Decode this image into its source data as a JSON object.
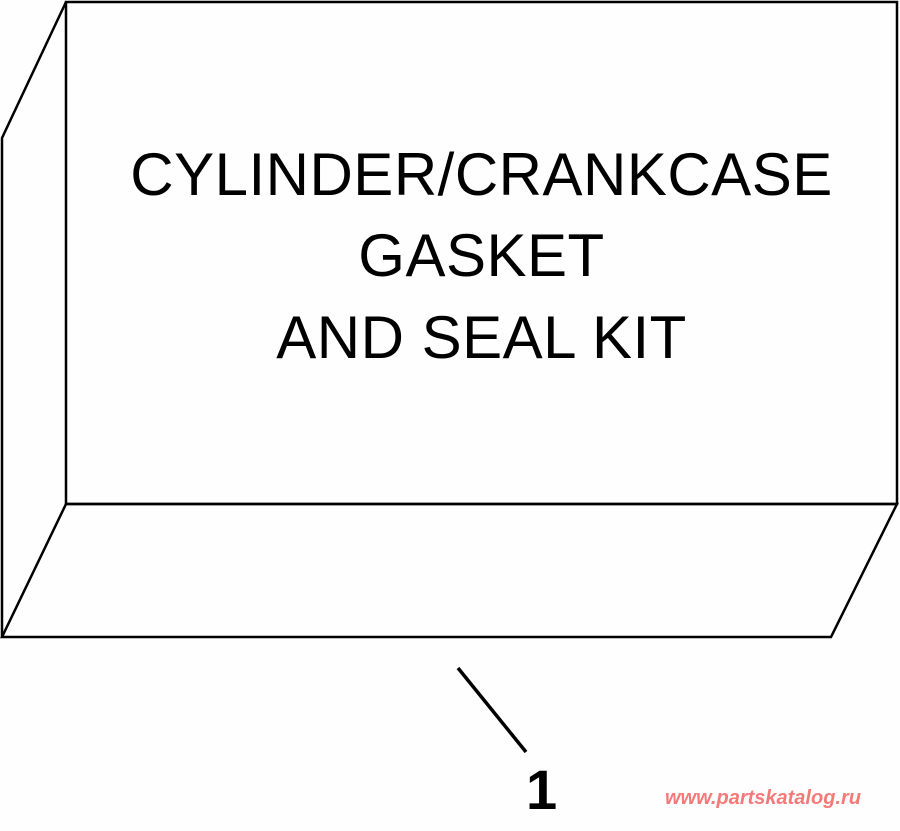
{
  "diagram": {
    "kit_label": {
      "lines": [
        "CYLINDER/CRANKCASE",
        "GASKET",
        "AND SEAL KIT"
      ]
    },
    "callout_number": "1",
    "watermark": "www.partskatalog.ru",
    "colors": {
      "background": "#fdfefd",
      "stroke": "#000000",
      "watermark": "#f47a7a"
    }
  }
}
